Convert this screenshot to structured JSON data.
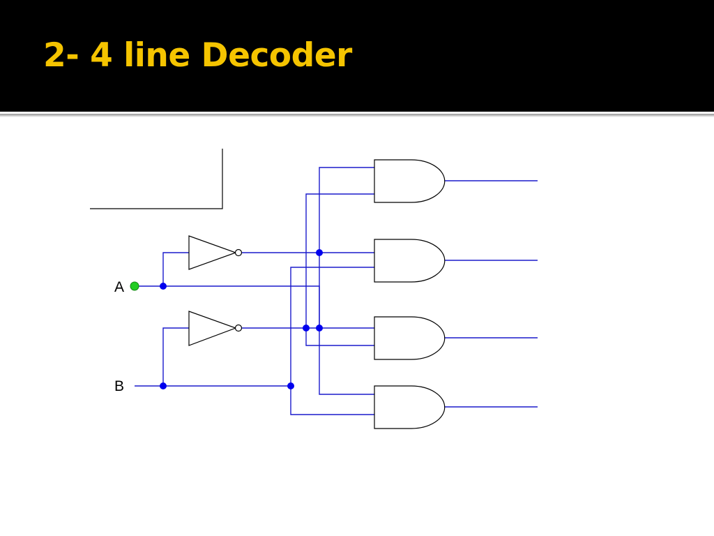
{
  "title": "2- 4 line Decoder",
  "colors": {
    "title_bar": "#000000",
    "title_text": "#f5c400",
    "wire": "#1a1acc",
    "junction": "#0000ee",
    "input_a_indicator": "#22cc22",
    "gate_outline": "#000000"
  },
  "circuit": {
    "inputs": [
      {
        "label": "A"
      },
      {
        "label": "B"
      }
    ],
    "inverters": 2,
    "and_gates": 4,
    "outputs": 4
  }
}
